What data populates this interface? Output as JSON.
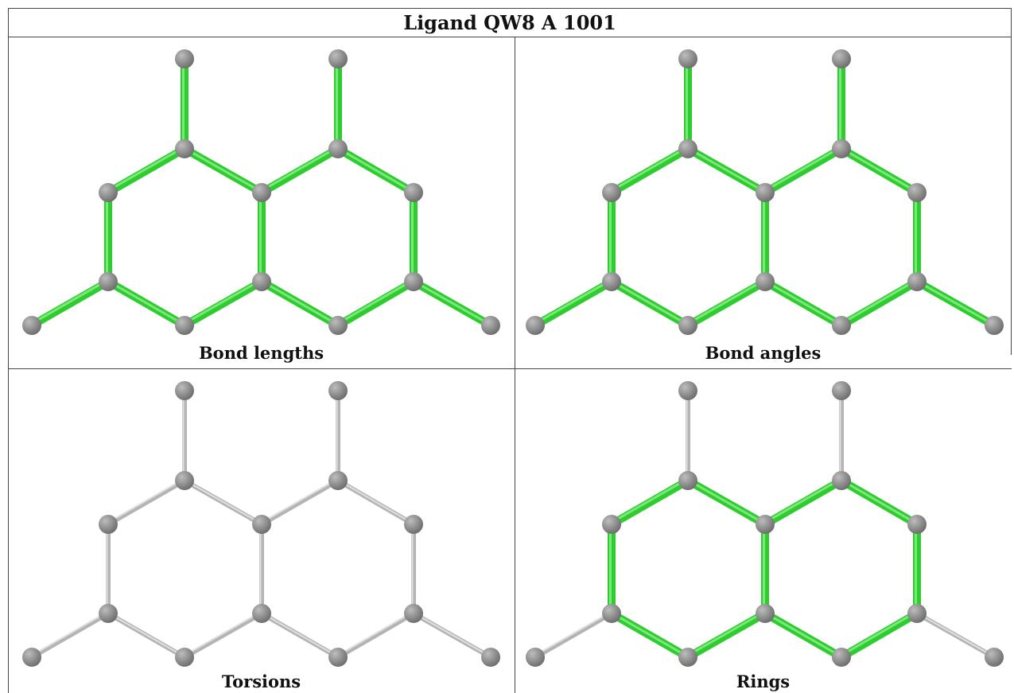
{
  "title": "Ligand QW8 A 1001",
  "colors": {
    "highlight": "#2ecc2e",
    "highlight_light": "#8ef08e",
    "normal": "#b4b4b4",
    "normal_light": "#ececec",
    "atom": "#6e6e6e",
    "atom_light": "#bdbdbd"
  },
  "panels": [
    {
      "caption": "Bond lengths",
      "highlight": "all"
    },
    {
      "caption": "Bond angles",
      "highlight": "all"
    },
    {
      "caption": "Torsions",
      "highlight": "none"
    },
    {
      "caption": "Rings",
      "highlight": "rings"
    }
  ]
}
